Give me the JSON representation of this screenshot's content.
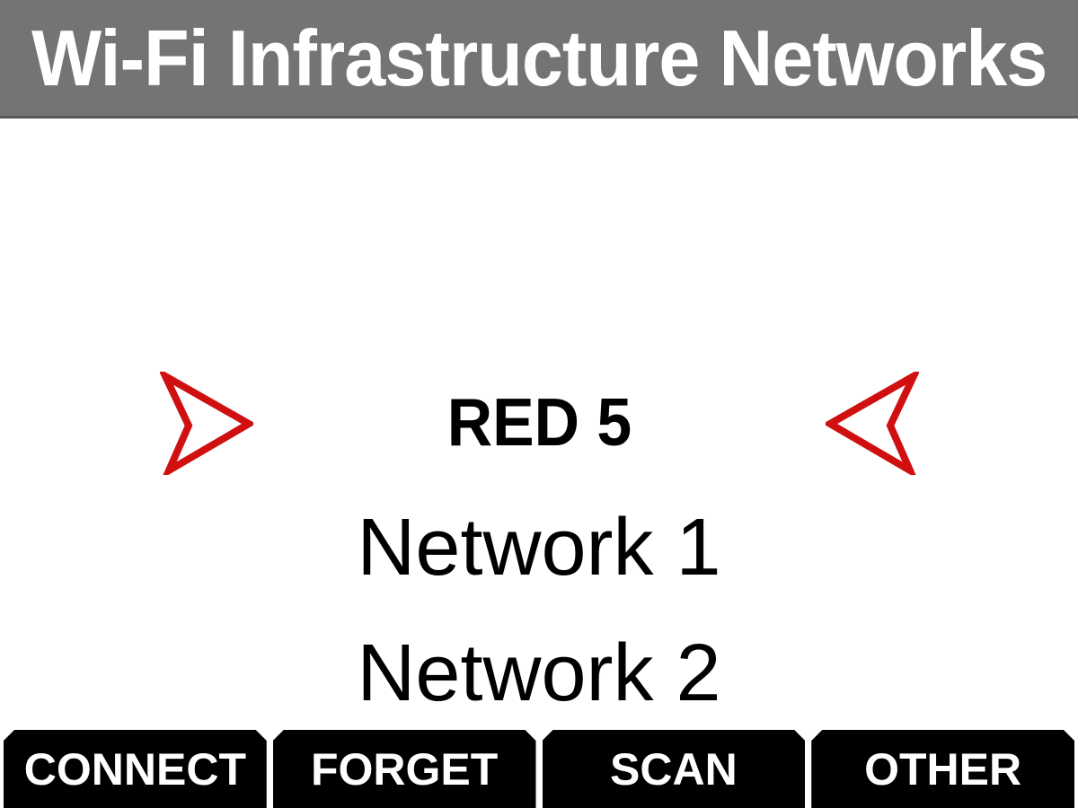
{
  "header": {
    "title": "Wi-Fi Infrastructure Networks"
  },
  "list": {
    "items": [
      {
        "label": "RED 5",
        "selected": true
      },
      {
        "label": "Network 1",
        "selected": false
      },
      {
        "label": "Network 2",
        "selected": false
      }
    ]
  },
  "icons": {
    "left_selection_arrow": "arrowhead-pointing-right",
    "right_selection_arrow": "arrowhead-pointing-left"
  },
  "softkeys": [
    {
      "label": "CONNECT"
    },
    {
      "label": "FORGET"
    },
    {
      "label": "SCAN"
    },
    {
      "label": "OTHER"
    }
  ],
  "colors": {
    "header_bg": "#747474",
    "header_border": "#585858",
    "header_text": "#ffffff",
    "background": "#ffffff",
    "text": "#000000",
    "selection_arrow_red": "#d01010",
    "softkey_bg": "#000000",
    "softkey_text": "#ffffff"
  }
}
